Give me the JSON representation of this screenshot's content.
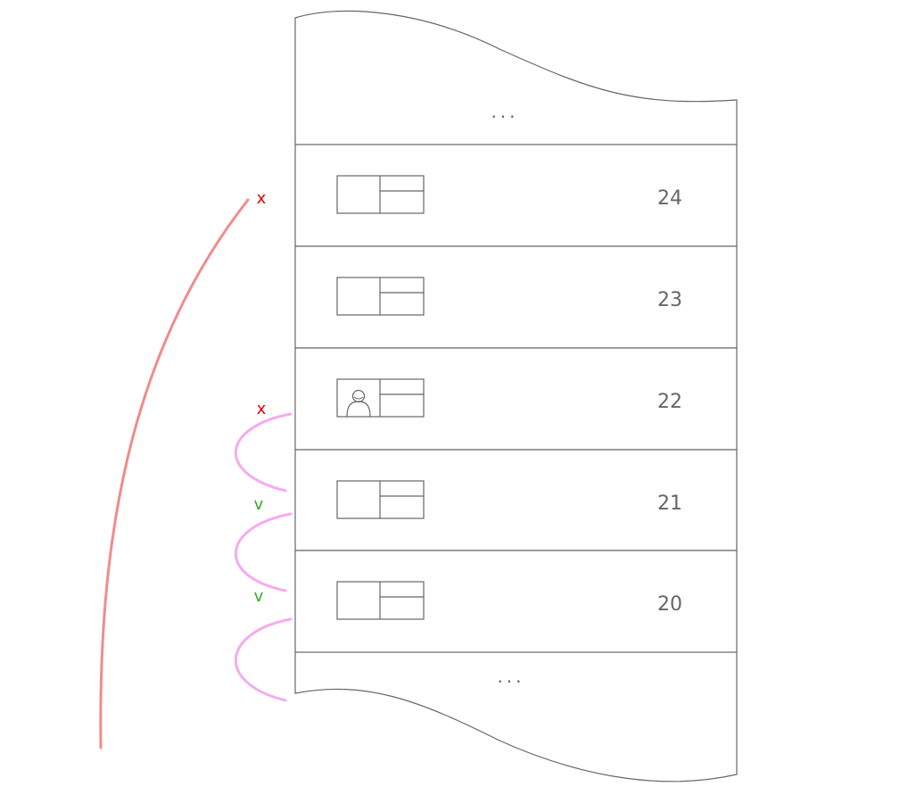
{
  "colors": {
    "outline": "#666666",
    "long_arrow": "#f28b8b",
    "short_arrows": "#f6aaf0",
    "rejected": "#dd0000",
    "accepted": "#33aa22"
  },
  "list": {
    "top_ellipsis": "...",
    "bottom_ellipsis": "...",
    "items": [
      {
        "number": "24",
        "thumbnail_icon": "layout-thumbnail-icon"
      },
      {
        "number": "23",
        "thumbnail_icon": "layout-thumbnail-icon"
      },
      {
        "number": "22",
        "thumbnail_icon": "person-thumbnail-icon"
      },
      {
        "number": "21",
        "thumbnail_icon": "layout-thumbnail-icon"
      },
      {
        "number": "20",
        "thumbnail_icon": "layout-thumbnail-icon"
      }
    ]
  },
  "connections": {
    "long_jump": {
      "from": "...",
      "to": "24",
      "mark": "x",
      "status": "rejected"
    },
    "steps": [
      {
        "from": "22",
        "to": "21",
        "mark": "x",
        "status": "rejected"
      },
      {
        "from": "21",
        "to": "20",
        "mark": "v",
        "status": "accepted"
      },
      {
        "from": "20",
        "to": "...",
        "mark": "v",
        "status": "accepted"
      }
    ]
  }
}
